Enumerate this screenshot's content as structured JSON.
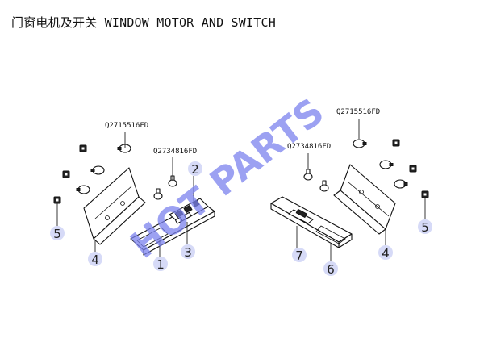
{
  "title": "门窗电机及开关 WINDOW MOTOR AND SWITCH",
  "watermark": "HOT PARTS",
  "part_codes": {
    "left_upper": "Q2715516FD",
    "left_lower": "Q2734816FD",
    "right_upper": "Q2715516FD",
    "right_lower": "Q2734816FD"
  },
  "callouts": {
    "left_bracket_bolt": "5",
    "left_bracket": "4",
    "left_switch_panel": "1",
    "left_switch_top": "2",
    "left_switch_body": "3",
    "right_trim": "7",
    "right_housing": "6",
    "right_bracket": "4",
    "right_bracket_bolt": "5"
  },
  "colors": {
    "watermark": "#7b82ee",
    "badge": "#d6daf7"
  }
}
